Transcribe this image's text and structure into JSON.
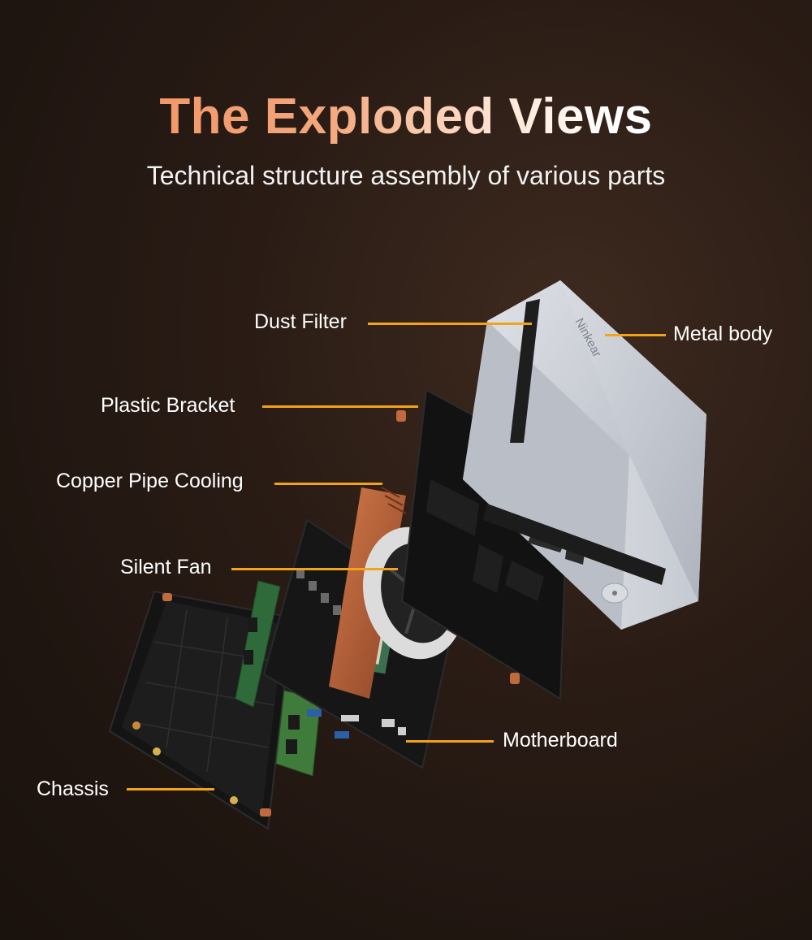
{
  "header": {
    "title": "The Exploded Views",
    "subtitle": "Technical structure assembly of various parts"
  },
  "labels": {
    "dust_filter": "Dust Filter",
    "metal_body": "Metal body",
    "plastic_bracket": "Plastic Bracket",
    "copper_pipe_cooling": "Copper Pipe Cooling",
    "silent_fan": "Silent Fan",
    "motherboard": "Motherboard",
    "chassis": "Chassis"
  },
  "brand": {
    "logo_text": "Ninkear"
  },
  "colors": {
    "leader_line": "#f2a31a",
    "title_orange": "#f08a55",
    "background": "#2a1c15"
  }
}
